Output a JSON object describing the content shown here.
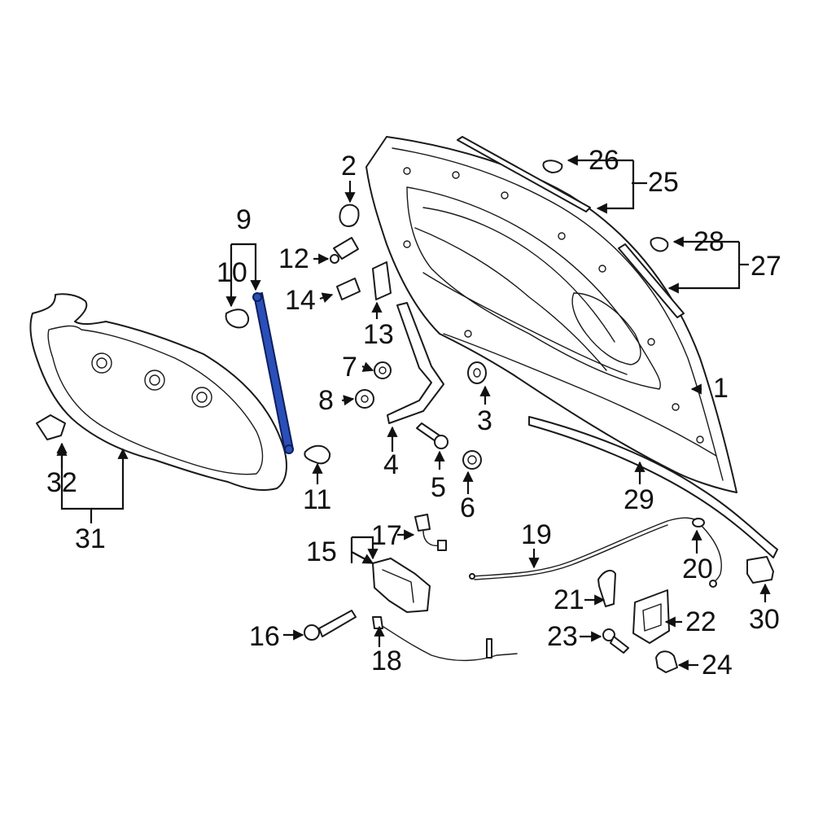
{
  "diagram": {
    "highlight_color": "#2b4fb8",
    "callouts": [
      {
        "id": "c1",
        "text": "1"
      },
      {
        "id": "c2",
        "text": "2"
      },
      {
        "id": "c3",
        "text": "3"
      },
      {
        "id": "c4",
        "text": "4"
      },
      {
        "id": "c5",
        "text": "5"
      },
      {
        "id": "c6",
        "text": "6"
      },
      {
        "id": "c7",
        "text": "7"
      },
      {
        "id": "c8",
        "text": "8"
      },
      {
        "id": "c9",
        "text": "9"
      },
      {
        "id": "c10",
        "text": "10"
      },
      {
        "id": "c11",
        "text": "11"
      },
      {
        "id": "c12",
        "text": "12"
      },
      {
        "id": "c13",
        "text": "13"
      },
      {
        "id": "c14",
        "text": "14"
      },
      {
        "id": "c15",
        "text": "15"
      },
      {
        "id": "c16",
        "text": "16"
      },
      {
        "id": "c17",
        "text": "17"
      },
      {
        "id": "c18",
        "text": "18"
      },
      {
        "id": "c19",
        "text": "19"
      },
      {
        "id": "c20",
        "text": "20"
      },
      {
        "id": "c21",
        "text": "21"
      },
      {
        "id": "c22",
        "text": "22"
      },
      {
        "id": "c23",
        "text": "23"
      },
      {
        "id": "c24",
        "text": "24"
      },
      {
        "id": "c25",
        "text": "25"
      },
      {
        "id": "c26",
        "text": "26"
      },
      {
        "id": "c27",
        "text": "27"
      },
      {
        "id": "c28",
        "text": "28"
      },
      {
        "id": "c29",
        "text": "29"
      },
      {
        "id": "c30",
        "text": "30"
      },
      {
        "id": "c31",
        "text": "31"
      },
      {
        "id": "c32",
        "text": "32"
      }
    ]
  }
}
